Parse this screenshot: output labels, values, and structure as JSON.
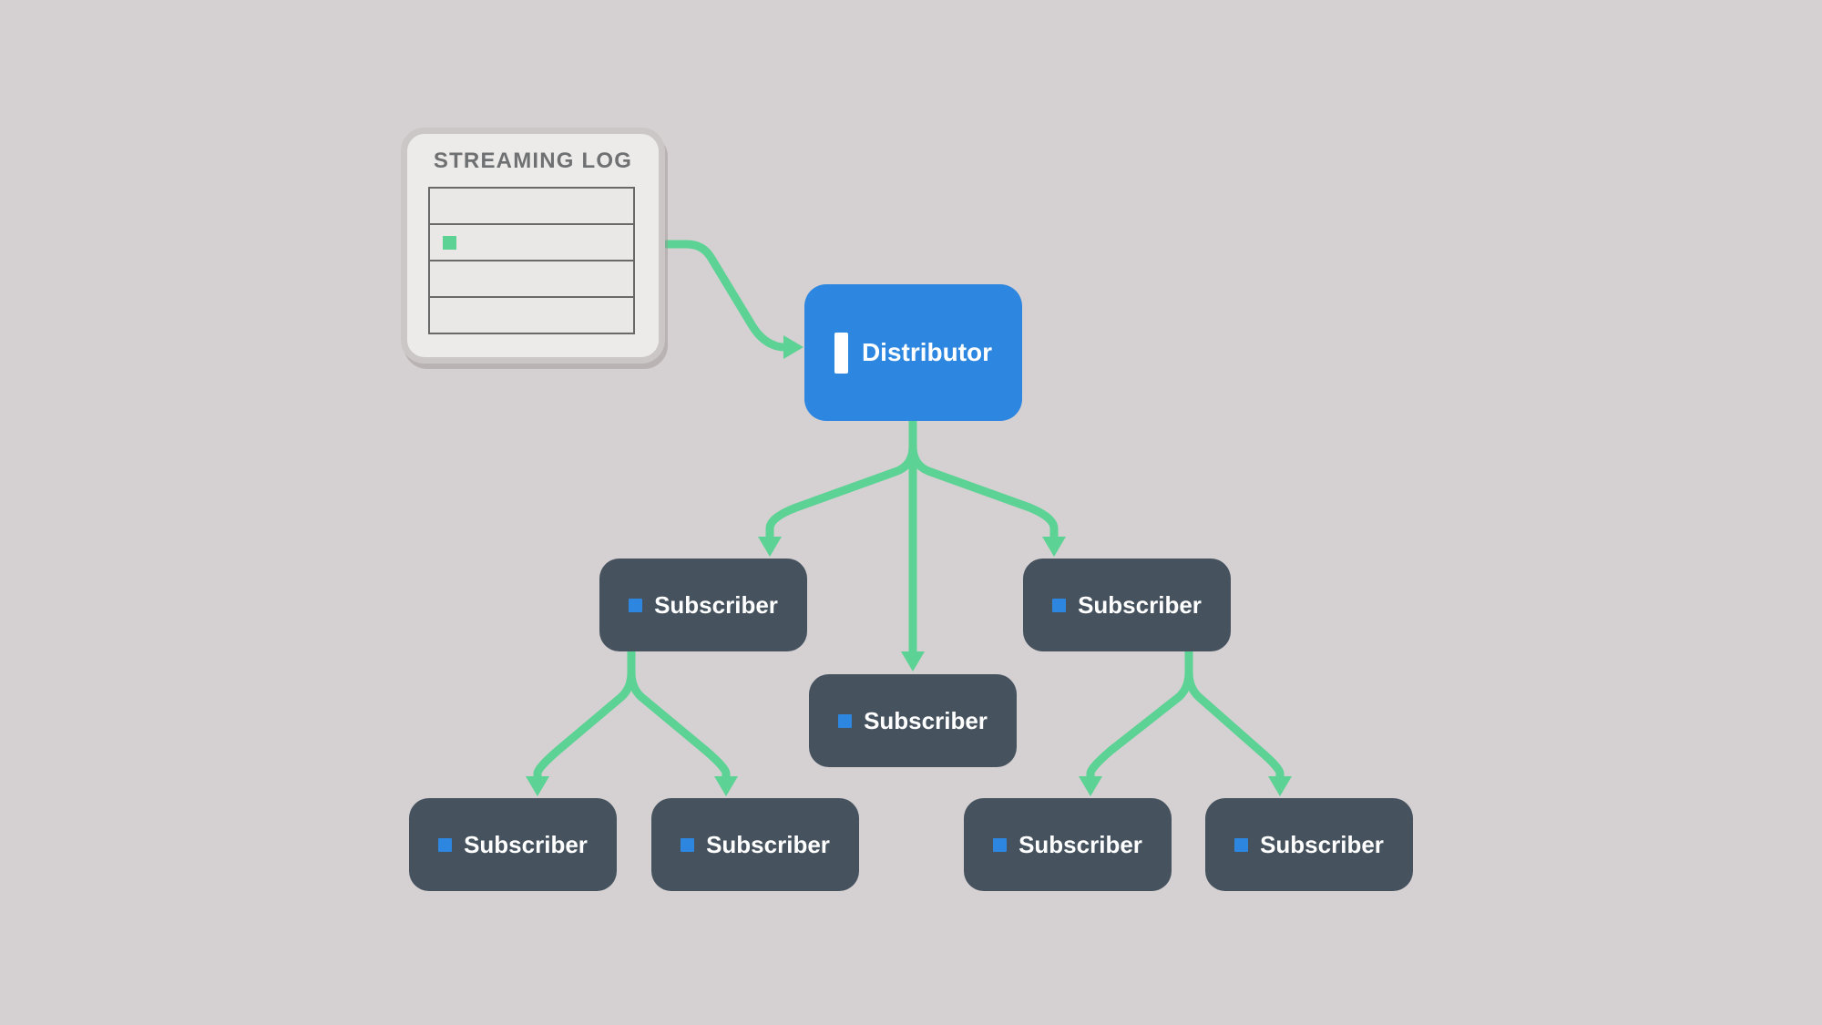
{
  "log": {
    "title": "STREAMING LOG",
    "row_count": 4,
    "marker_row": 2,
    "marker_icon": "square-marker-icon"
  },
  "distributor": {
    "label": "Distributor",
    "icon": "vertical-bar-icon"
  },
  "subscribers": [
    {
      "label": "Subscriber",
      "icon": "square-bullet-icon"
    },
    {
      "label": "Subscriber",
      "icon": "square-bullet-icon"
    },
    {
      "label": "Subscriber",
      "icon": "square-bullet-icon"
    },
    {
      "label": "Subscriber",
      "icon": "square-bullet-icon"
    },
    {
      "label": "Subscriber",
      "icon": "square-bullet-icon"
    },
    {
      "label": "Subscriber",
      "icon": "square-bullet-icon"
    },
    {
      "label": "Subscriber",
      "icon": "square-bullet-icon"
    }
  ],
  "colors": {
    "background": "#d5d0d2",
    "arrow_green": "#5cd394",
    "node_slate": "#46535f",
    "accent_blue": "#2d86e0",
    "log_fill": "#edebe9",
    "log_border": "#cac7c6",
    "log_table_border": "#696969",
    "log_title_gray": "#6e7072",
    "node_text": "#ffffff"
  }
}
